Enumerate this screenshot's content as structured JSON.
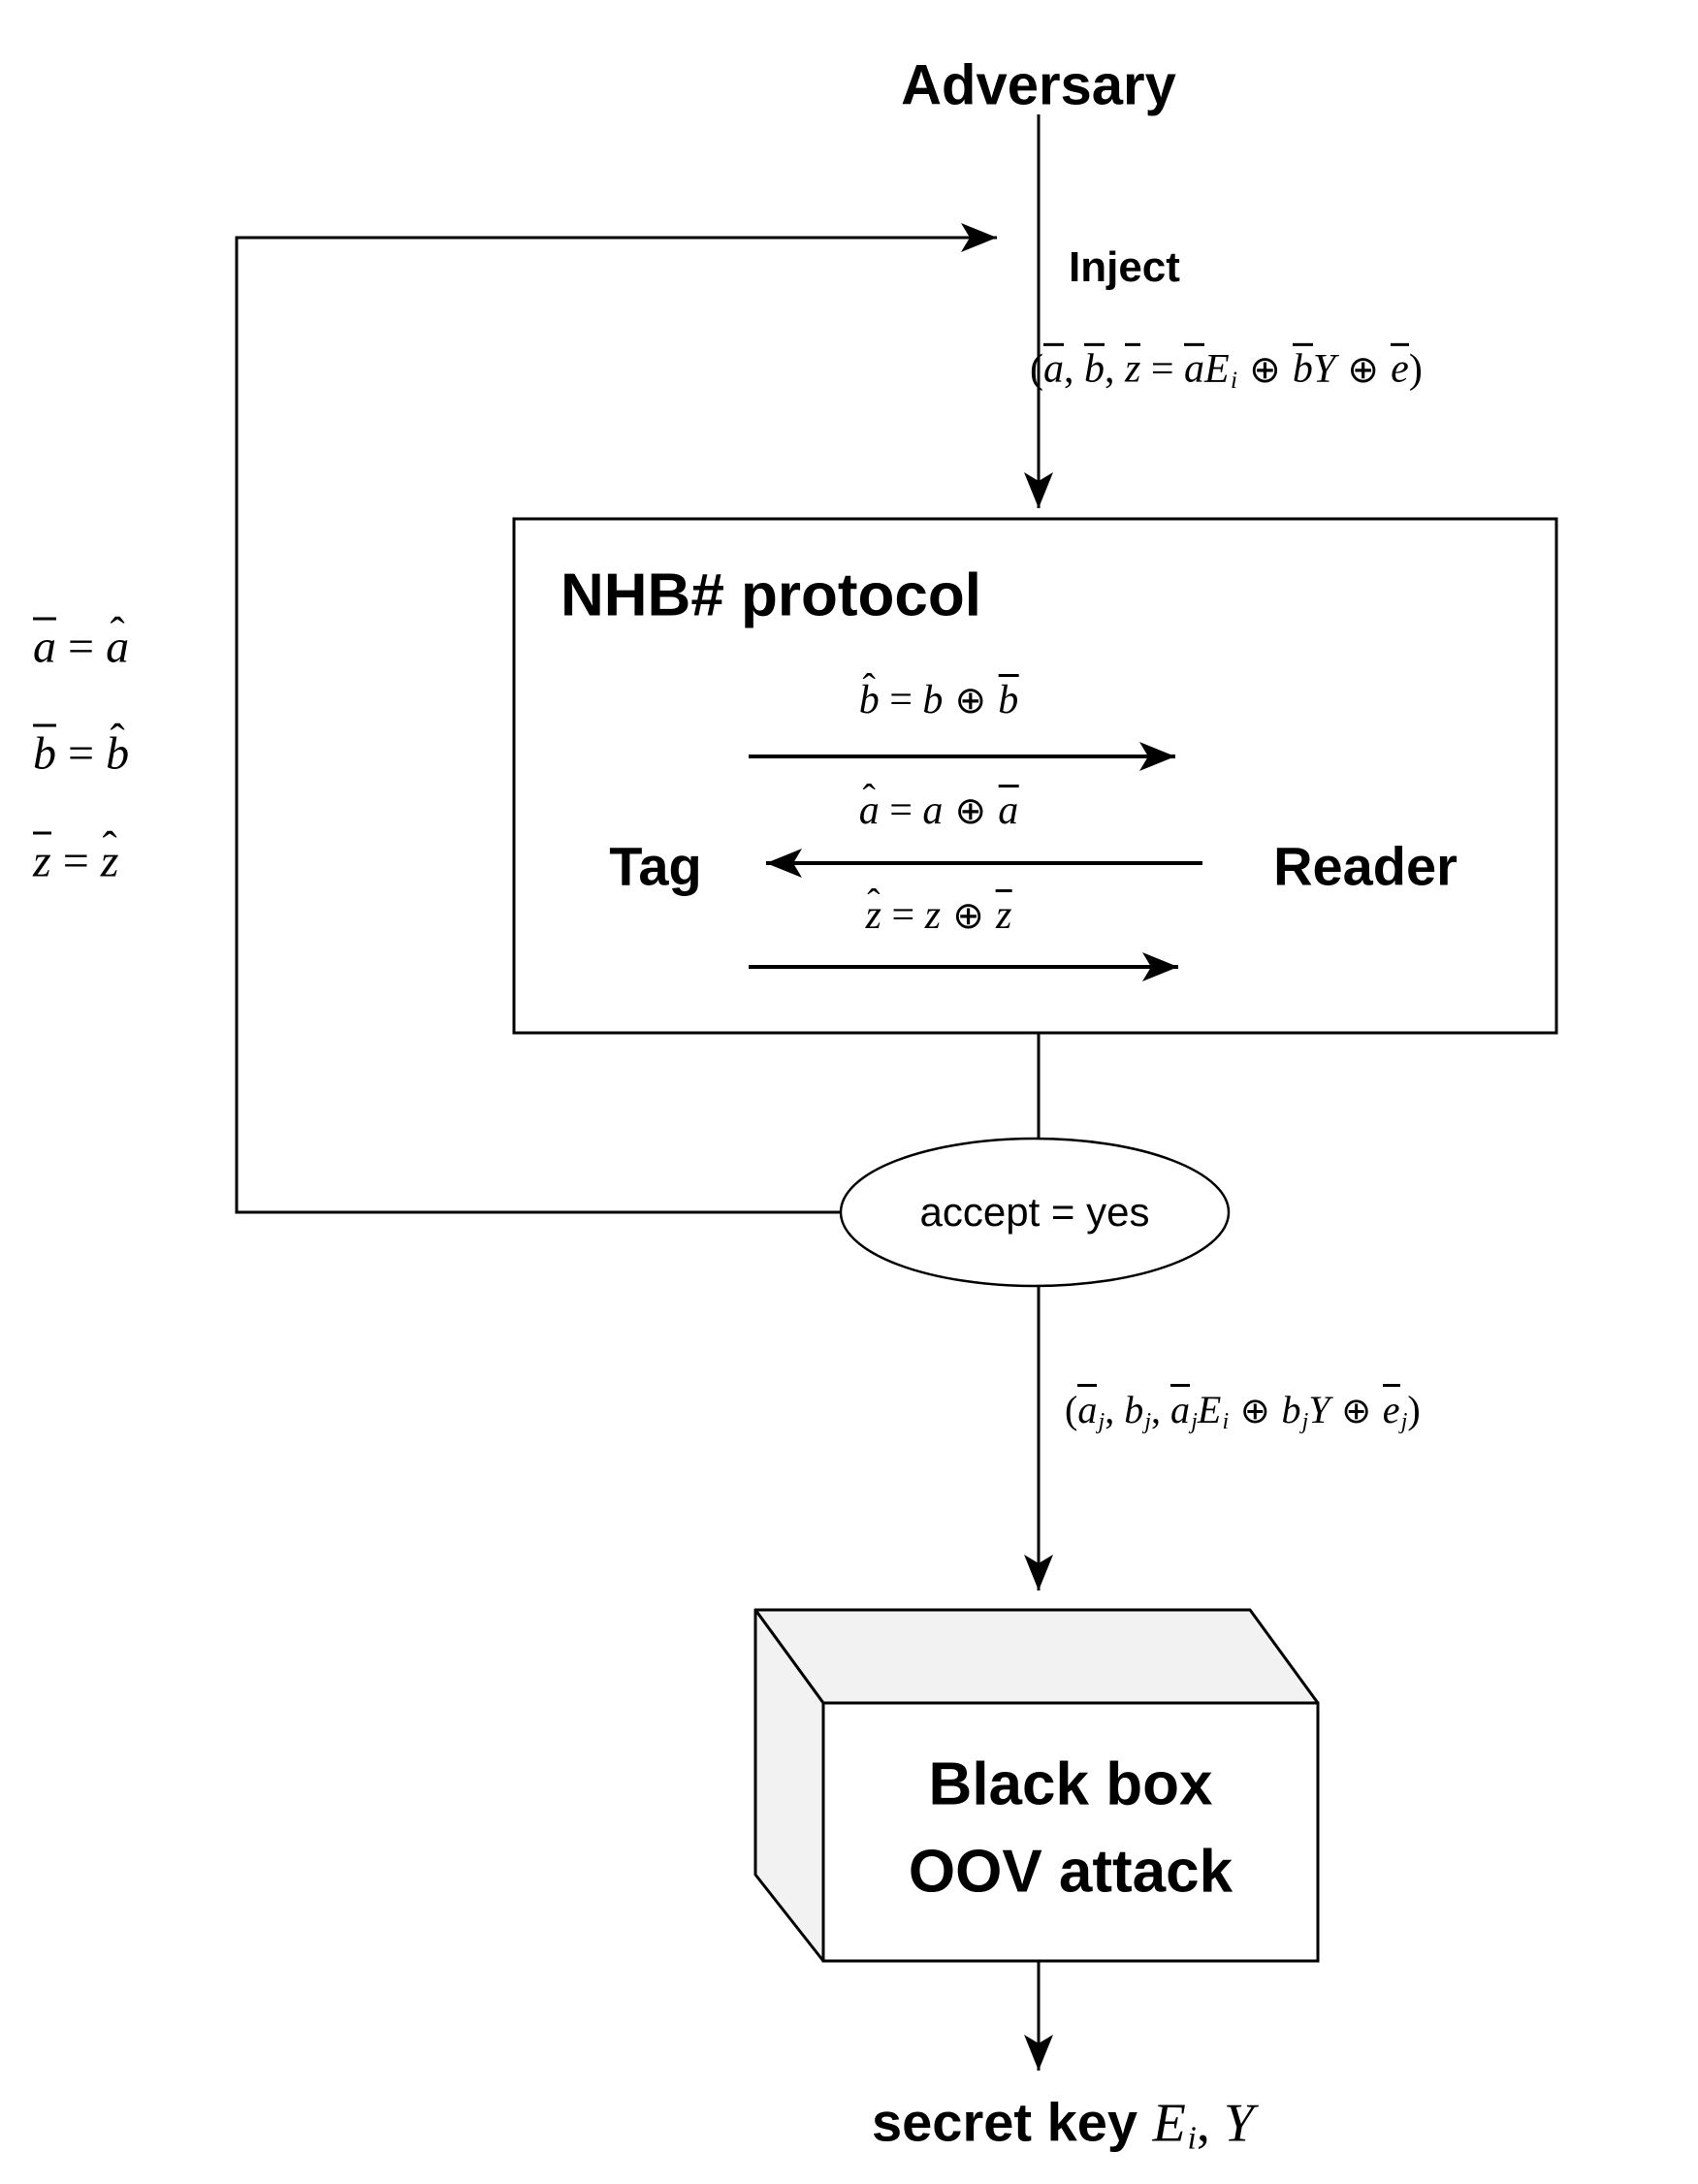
{
  "diagram": {
    "adversary_label": "Adversary",
    "inject_label": "Inject",
    "protocol_box": {
      "title": "NHB# protocol",
      "tag_label": "Tag",
      "reader_label": "Reader"
    },
    "accept_label": "accept = yes",
    "black_box": {
      "line1": "Black box",
      "line2": "OOV attack"
    },
    "secret_key_label": "secret key ",
    "colors": {
      "line": "#000000",
      "shape_fill": "#ffffff",
      "cube_face_fill": "#f2f2f2",
      "background": "#ffffff"
    },
    "math": {
      "inject_formula": [
        {
          "t": "(",
          "rm": 1
        },
        {
          "t": "a",
          "bar": 1
        },
        {
          "t": ", ",
          "rm": 1
        },
        {
          "t": "b",
          "bar": 1
        },
        {
          "t": ", ",
          "rm": 1
        },
        {
          "t": "z",
          "bar": 1
        },
        {
          "t": " = ",
          "rm": 1
        },
        {
          "t": "a",
          "bar": 1
        },
        {
          "t": "E"
        },
        {
          "t": "i",
          "sub": 1
        },
        {
          "t": " ⊕ ",
          "op": 1
        },
        {
          "t": "b",
          "bar": 1
        },
        {
          "t": "Y"
        },
        {
          "t": " ⊕ ",
          "op": 1
        },
        {
          "t": "e",
          "bar": 1
        },
        {
          "t": ")",
          "rm": 1
        }
      ],
      "msg_b": [
        {
          "t": "b",
          "hat": 1
        },
        {
          "t": " = ",
          "rm": 1
        },
        {
          "t": "b"
        },
        {
          "t": " ⊕ ",
          "op": 1
        },
        {
          "t": "b",
          "bar": 1
        }
      ],
      "msg_a": [
        {
          "t": "a",
          "hat": 1
        },
        {
          "t": " = ",
          "rm": 1
        },
        {
          "t": "a"
        },
        {
          "t": " ⊕ ",
          "op": 1
        },
        {
          "t": "a",
          "bar": 1
        }
      ],
      "msg_z": [
        {
          "t": "z",
          "hat": 1
        },
        {
          "t": " = ",
          "rm": 1
        },
        {
          "t": "z"
        },
        {
          "t": " ⊕ ",
          "op": 1
        },
        {
          "t": "z",
          "bar": 1
        }
      ],
      "left_eq_a": [
        {
          "t": "a",
          "bar": 1
        },
        {
          "t": " = ",
          "rm": 1
        },
        {
          "t": "a",
          "hat": 1
        }
      ],
      "left_eq_b": [
        {
          "t": "b",
          "bar": 1
        },
        {
          "t": " = ",
          "rm": 1
        },
        {
          "t": "b",
          "hat": 1
        }
      ],
      "left_eq_z": [
        {
          "t": "z",
          "bar": 1
        },
        {
          "t": " = ",
          "rm": 1
        },
        {
          "t": "z",
          "hat": 1
        }
      ],
      "output_formula": [
        {
          "t": "(",
          "rm": 1
        },
        {
          "t": "a",
          "bar": 1
        },
        {
          "t": "j",
          "sub": 1
        },
        {
          "t": ", ",
          "rm": 1
        },
        {
          "t": "b"
        },
        {
          "t": "j",
          "sub": 1
        },
        {
          "t": ", ",
          "rm": 1
        },
        {
          "t": "a",
          "bar": 1
        },
        {
          "t": "j",
          "sub": 1
        },
        {
          "t": "E"
        },
        {
          "t": "i",
          "sub": 1
        },
        {
          "t": " ⊕ ",
          "op": 1
        },
        {
          "t": "b"
        },
        {
          "t": "j",
          "sub": 1
        },
        {
          "t": "Y"
        },
        {
          "t": " ⊕ ",
          "op": 1
        },
        {
          "t": "e",
          "bar": 1
        },
        {
          "t": "j",
          "sub": 1
        },
        {
          "t": ")",
          "rm": 1
        }
      ],
      "secret_key_math": [
        {
          "t": "E"
        },
        {
          "t": "i",
          "sub": 1
        },
        {
          "t": ", ",
          "rm": 1
        },
        {
          "t": "Y"
        }
      ]
    }
  }
}
